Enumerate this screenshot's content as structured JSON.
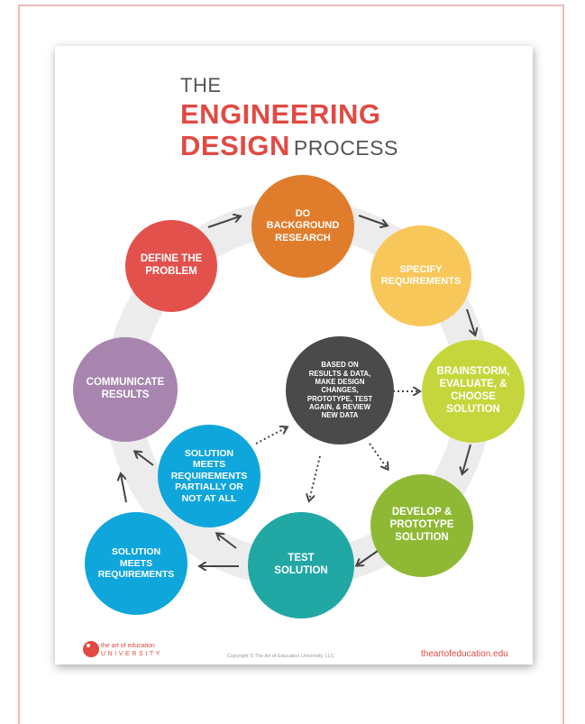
{
  "title": {
    "line1": "THE",
    "line2": "ENGINEERING",
    "line3_bold": "DESIGN",
    "line3_light": "PROCESS"
  },
  "steps": {
    "define": "DEFINE THE\nPROBLEM",
    "research": "DO\nBACKGROUND\nRESEARCH",
    "specify": "SPECIFY\nREQUIREMENTS",
    "brainstorm": "BRAINSTORM,\nEVALUATE, &\nCHOOSE\nSOLUTION",
    "develop": "DEVELOP &\nPROTOTYPE\nSOLUTION",
    "test": "TEST\nSOLUTION",
    "meets": "SOLUTION\nMEETS\nREQUIREMENTS",
    "partial": "SOLUTION\nMEETS\nREQUIREMENTS\nPARTIALLY OR\nNOT AT ALL",
    "communicate": "COMMUNICATE\nRESULTS",
    "center": "BASED ON\nRESULTS & DATA,\nMAKE DESIGN\nCHANGES,\nPROTOTYPE, TEST\nAGAIN, & REVIEW\nNEW DATA"
  },
  "colors": {
    "red": "#e3514c",
    "orange": "#e07d2c",
    "yellow": "#f8c75a",
    "lime": "#c5d63d",
    "green": "#8fb935",
    "teal": "#21a8a5",
    "blue": "#0fa6dc",
    "purple": "#a785ae",
    "dark": "#4a4a4a",
    "ring": "#ececec"
  },
  "footer": {
    "logo_line1": "the art of education",
    "logo_line2": "UNIVERSITY",
    "copyright": "Copyright © The Art of Education University, LLC",
    "url": "theartofeducation.edu"
  }
}
